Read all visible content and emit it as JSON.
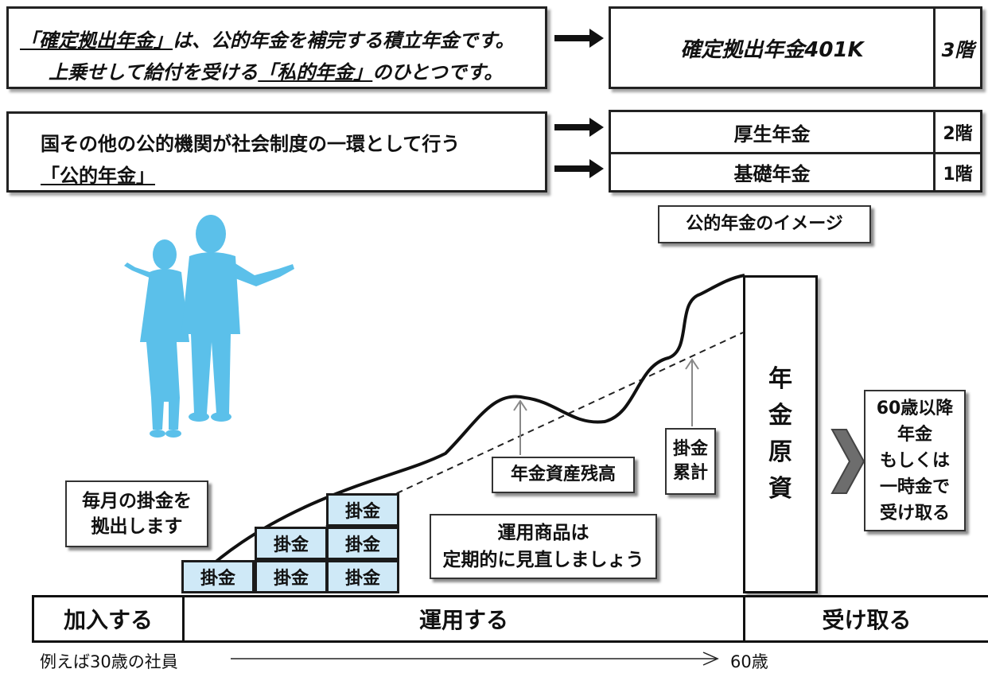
{
  "top": {
    "private_line1_a": "「確定拠出年金」",
    "private_line1_b": "は、公的年金を補完する積立年金です。",
    "private_line2_a": "上乗せして給付を受ける",
    "private_line2_b": "「私的年金」",
    "private_line2_c": "のひとつです。",
    "dc_label": "確定拠出年金401K",
    "floor3": "3階",
    "public_line1": "国その他の公的機関が社会制度の一環として行う",
    "public_line2": "「公的年金」",
    "kosei": "厚生年金",
    "floor2": "2階",
    "kiso": "基礎年金",
    "floor1": "1階",
    "image_caption": "公的年金のイメージ"
  },
  "diagram": {
    "monthly": "毎月の掛金を\n拠出します",
    "kakekin": "掛金",
    "asset_balance": "年金資産残高",
    "cumulative_line1": "掛金",
    "cumulative_line2": "累計",
    "review_line1": "運用商品は",
    "review_line2": "定期的に見直しましょう",
    "fund_chars": [
      "年",
      "金",
      "原",
      "資"
    ],
    "receive_lines": [
      "60歳以降",
      "年金",
      "もしくは",
      "一時金で",
      "受け取る"
    ]
  },
  "timeline": {
    "join": "加入する",
    "operate": "運用する",
    "receive": "受け取る",
    "example": "例えば30歳の社員",
    "end_age": "60歳"
  },
  "colors": {
    "block_fill": "#cfe9f7",
    "silhouette": "#5bc0ea",
    "outline": "#1b1b1b"
  }
}
